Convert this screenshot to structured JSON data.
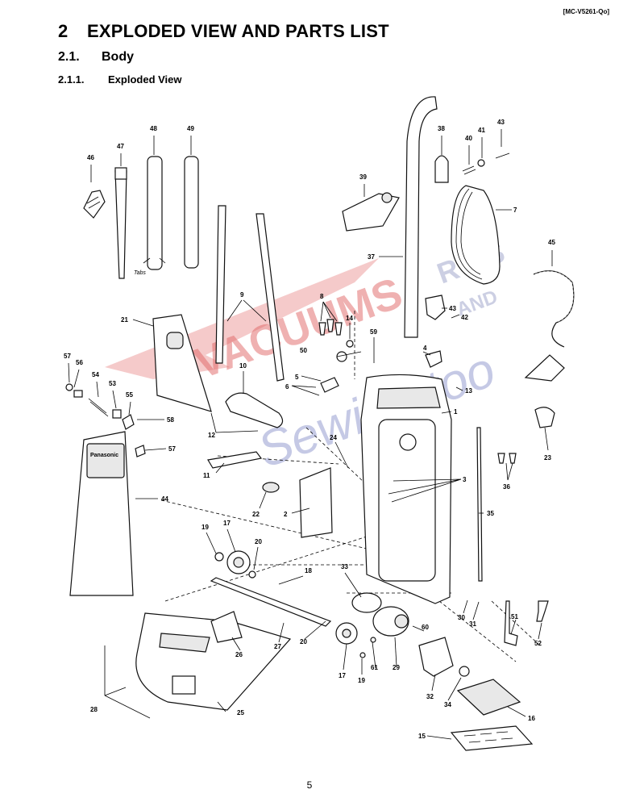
{
  "header": {
    "doc_code": "[MC-V5261-Qo]",
    "section_number": "2",
    "section_title": "EXPLODED VIEW AND PARTS LIST",
    "subsection_number": "2.1.",
    "subsection_title": "Body",
    "subsubsection_number": "2.1.1.",
    "subsubsection_title": "Exploded View"
  },
  "diagram": {
    "bag_brand_label": "Panasonic",
    "tabs_label": "Tabs",
    "watermark": {
      "line1": "VACUUMS",
      "line2": "R US",
      "line3": "AND",
      "line4": "Sewing too"
    },
    "callouts": {
      "c1": "1",
      "c2": "2",
      "c3": "3",
      "c4": "4",
      "c5": "5",
      "c6": "6",
      "c7": "7",
      "c8": "8",
      "c9": "9",
      "c10": "10",
      "c11": "11",
      "c12": "12",
      "c13": "13",
      "c14": "14",
      "c15": "15",
      "c16": "16",
      "c17a": "17",
      "c17b": "17",
      "c18": "18",
      "c19a": "19",
      "c19b": "19",
      "c20a": "20",
      "c20b": "20",
      "c21": "21",
      "c22": "22",
      "c23": "23",
      "c24": "24",
      "c25": "25",
      "c26": "26",
      "c27": "27",
      "c28": "28",
      "c29": "29",
      "c30": "30",
      "c31": "31",
      "c32": "32",
      "c33": "33",
      "c34": "34",
      "c35": "35",
      "c36": "36",
      "c37": "37",
      "c38": "38",
      "c39": "39",
      "c40": "40",
      "c41": "41",
      "c42": "42",
      "c43a": "43",
      "c43b": "43",
      "c44": "44",
      "c45": "45",
      "c46": "46",
      "c47": "47",
      "c48": "48",
      "c49": "49",
      "c50": "50",
      "c51": "51",
      "c52": "52",
      "c53": "53",
      "c54": "54",
      "c55": "55",
      "c56": "56",
      "c57a": "57",
      "c57b": "57",
      "c58": "58",
      "c59": "59",
      "c60": "60",
      "c61": "61"
    }
  },
  "footer": {
    "page_number": "5"
  }
}
